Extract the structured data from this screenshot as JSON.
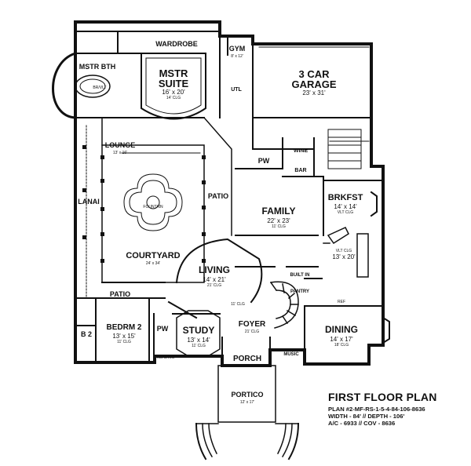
{
  "rooms": {
    "wardrobe": {
      "name": "WARDROBE"
    },
    "gym": {
      "name": "GYM",
      "size": "8' x 12'"
    },
    "mstr_bath": {
      "name": "MSTR BTH",
      "note": "BR/VLT"
    },
    "mstr_suite": {
      "name": "MSTR SUITE",
      "size": "16' x 20'",
      "clg": "14' CLG"
    },
    "garage": {
      "name": "3 CAR GARAGE",
      "size": "23' x 31'"
    },
    "utl": {
      "name": "UTL"
    },
    "lounge": {
      "name": "LOUNGE",
      "size": "13' x 16'"
    },
    "wine": {
      "name": "WINE"
    },
    "bar": {
      "name": "BAR"
    },
    "pw_upper": {
      "name": "PW"
    },
    "lanai": {
      "name": "LANAI"
    },
    "fountain": {
      "name": "FOUNTAIN"
    },
    "patio_mid": {
      "name": "PATIO"
    },
    "family": {
      "name": "FAMILY",
      "size": "22' x 23'",
      "clg": "11' CLG"
    },
    "brkfst": {
      "name": "BRKFST",
      "size": "14' x 14'",
      "clg": "VLT CLG"
    },
    "courtyard": {
      "name": "COURTYARD",
      "size": "24' x 34'"
    },
    "kitchen": {
      "size": "13' x 20'",
      "clg": "VLT CLG"
    },
    "living": {
      "name": "LIVING",
      "size": "14' x 21'",
      "clg": "21' CLG"
    },
    "built_in": {
      "name": "BUILT IN"
    },
    "pantry": {
      "name": "PANTRY"
    },
    "patio_low": {
      "name": "PATIO"
    },
    "hall_clg": {
      "clg": "11' CLG"
    },
    "ref": {
      "name": "REF"
    },
    "b2": {
      "name": "B 2"
    },
    "bedrm2": {
      "name": "BEDRM 2",
      "size": "13' x 15'",
      "clg": "11' CLG"
    },
    "pw_lower": {
      "name": "PW"
    },
    "study": {
      "name": "STUDY",
      "size": "13' x 14'",
      "clg": "11' CLG"
    },
    "reading": {
      "name": "READING"
    },
    "foyer": {
      "name": "FOYER",
      "clg": "21' CLG"
    },
    "dining": {
      "name": "DINING",
      "size": "14' x 17'",
      "clg": "18' CLG"
    },
    "music": {
      "name": "MUSIC"
    },
    "porch": {
      "name": "PORCH"
    },
    "portico": {
      "name": "PORTICO",
      "size": "12' x 17'"
    }
  },
  "title_block": {
    "title": "FIRST FLOOR PLAN",
    "plan": "PLAN #2-MF-RS-1-5-4-84-106-8636",
    "width_depth": "WIDTH - 84' // DEPTH - 106'",
    "areas": "A/C - 6933 // COV - 8636"
  }
}
